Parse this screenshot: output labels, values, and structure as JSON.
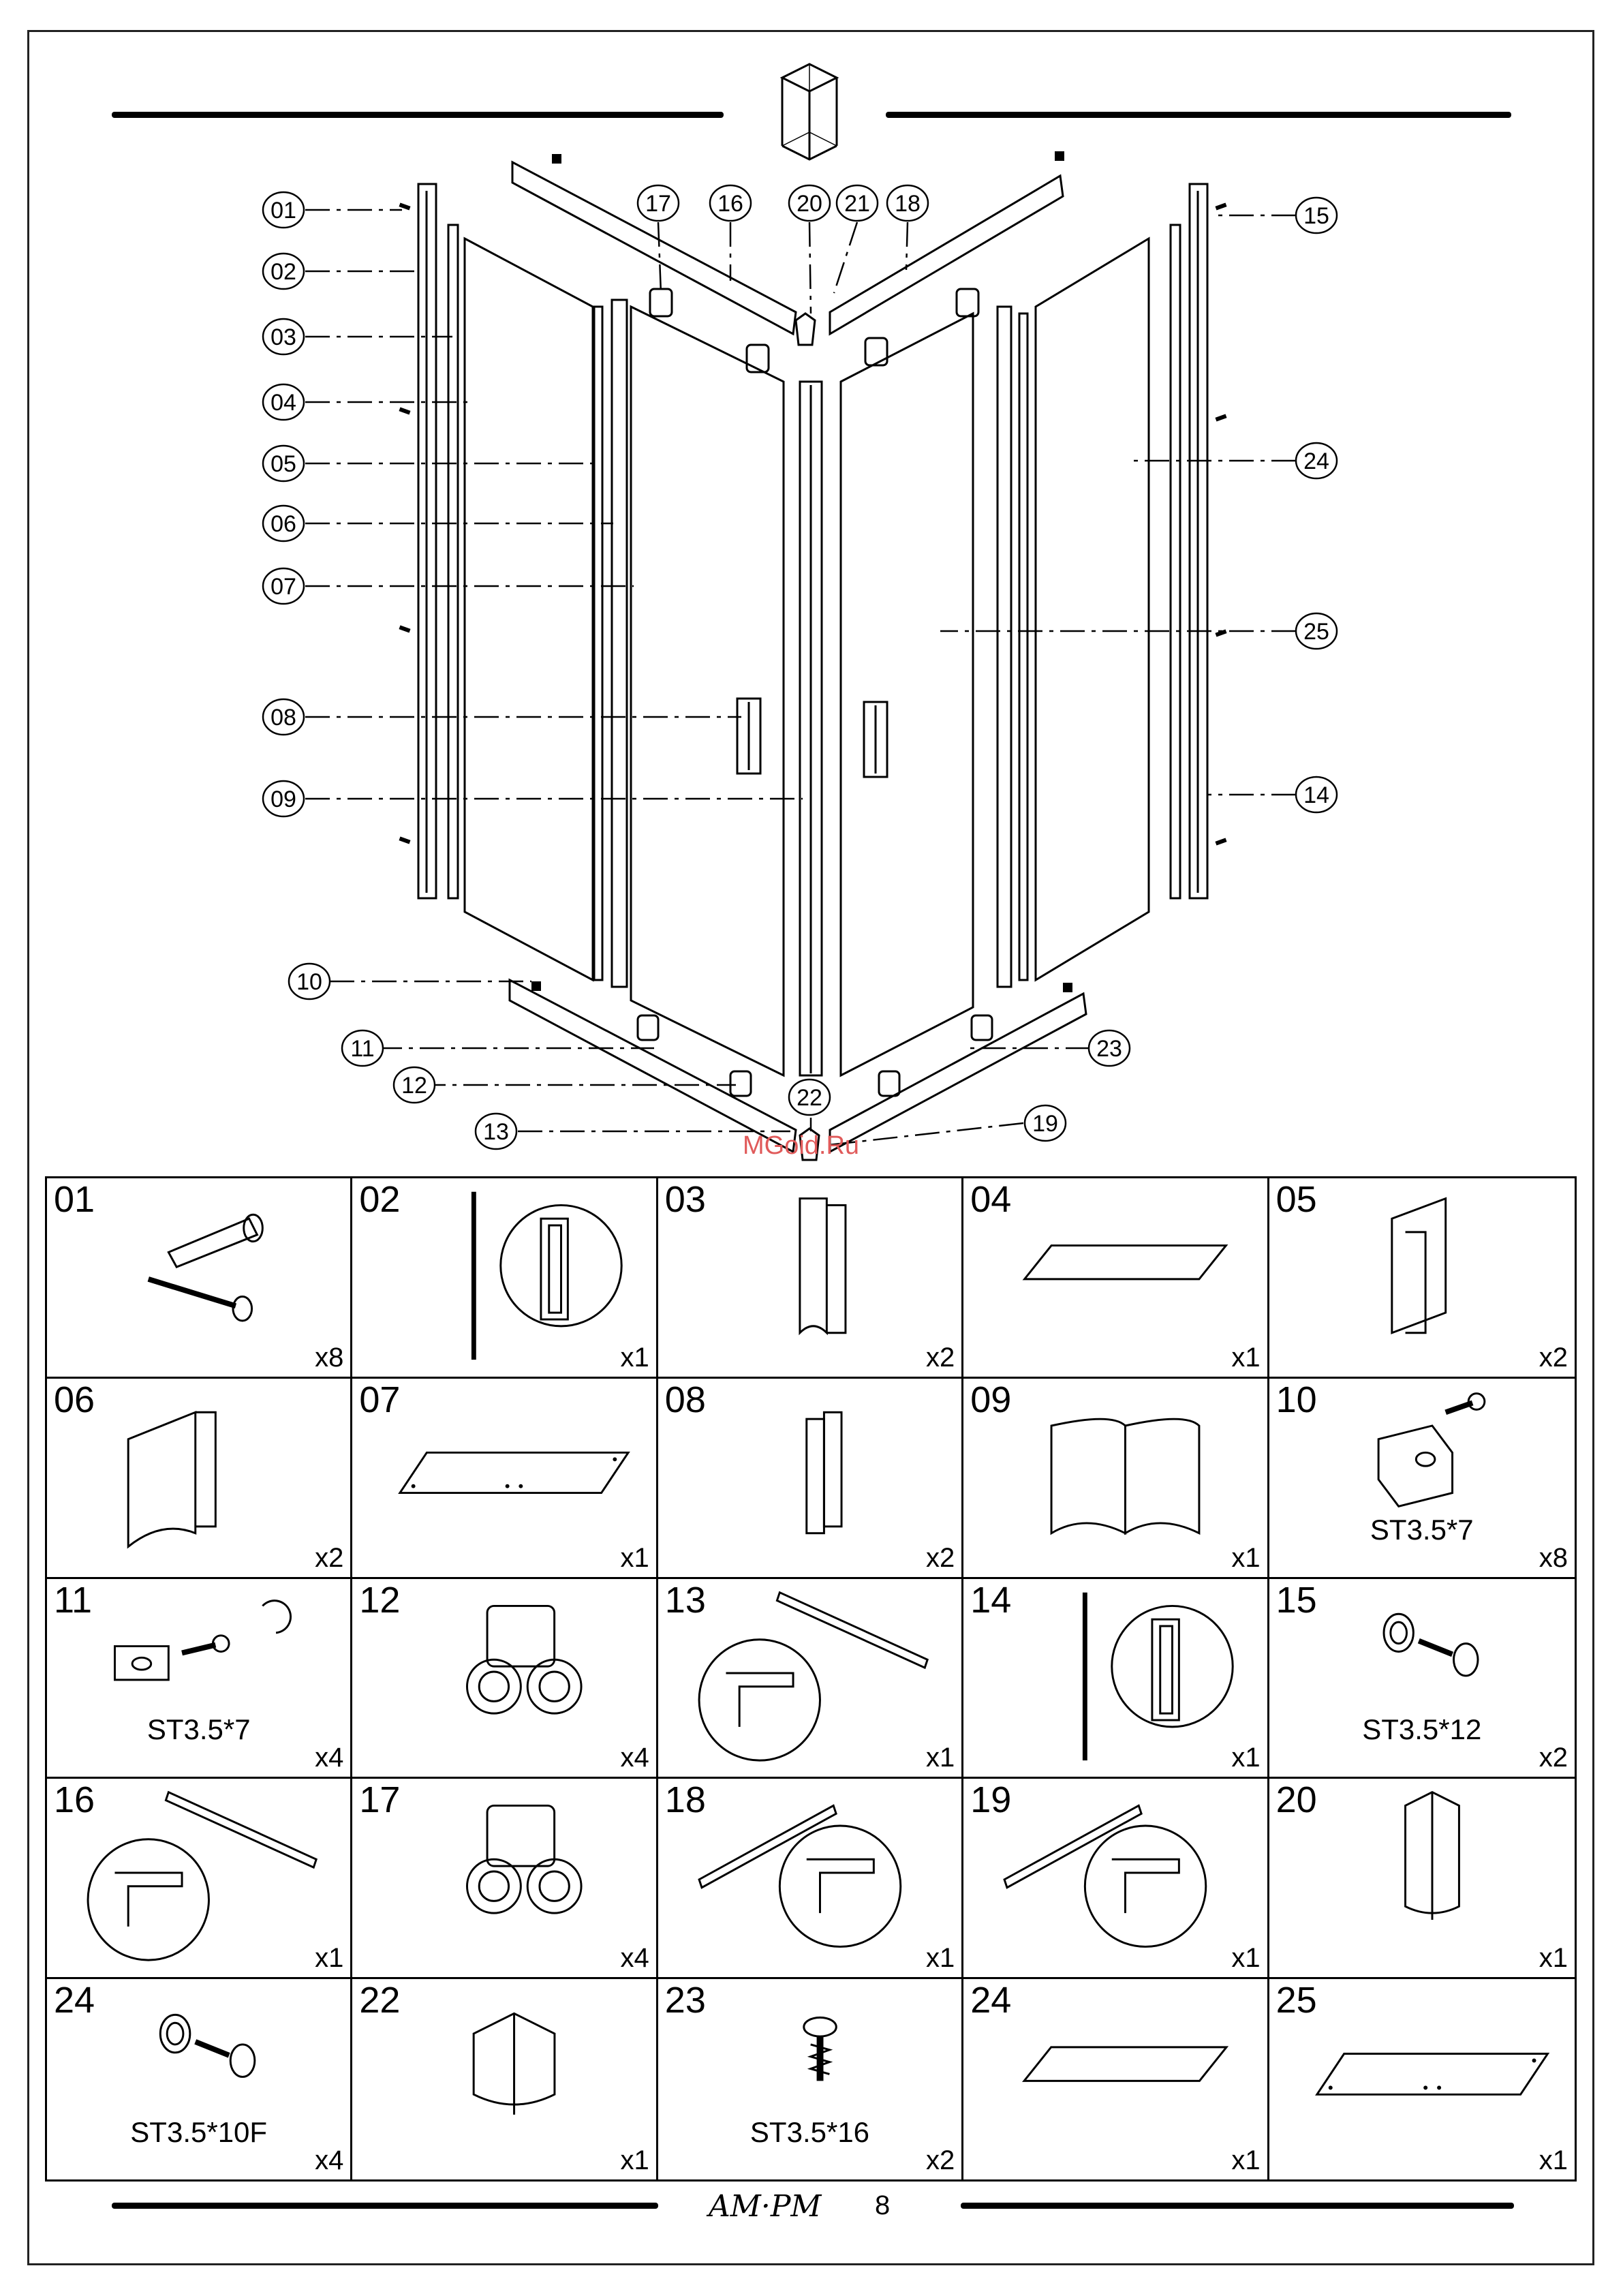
{
  "callouts_left": [
    "01",
    "02",
    "03",
    "04",
    "05",
    "06",
    "07",
    "08",
    "09",
    "10",
    "11",
    "12",
    "13"
  ],
  "callouts_top": [
    "17",
    "16",
    "20",
    "21",
    "18"
  ],
  "callouts_right": [
    "15",
    "24",
    "25",
    "14",
    "23",
    "19"
  ],
  "callout_bottom": "22",
  "watermark": "MGoid.Ru",
  "parts": [
    {
      "num": "01",
      "qty": "x8",
      "spec": "",
      "pic": "anchor-screw"
    },
    {
      "num": "02",
      "qty": "x1",
      "spec": "",
      "pic": "profile-detail"
    },
    {
      "num": "03",
      "qty": "x2",
      "spec": "",
      "pic": "profile-tall"
    },
    {
      "num": "04",
      "qty": "x1",
      "spec": "",
      "pic": "glass-panel"
    },
    {
      "num": "05",
      "qty": "x2",
      "spec": "",
      "pic": "seal-profile"
    },
    {
      "num": "06",
      "qty": "x2",
      "spec": "",
      "pic": "seal-profile-wide"
    },
    {
      "num": "07",
      "qty": "x1",
      "spec": "",
      "pic": "glass-panel-dots"
    },
    {
      "num": "08",
      "qty": "x2",
      "spec": "",
      "pic": "handle"
    },
    {
      "num": "09",
      "qty": "x1",
      "spec": "",
      "pic": "magnet-seal"
    },
    {
      "num": "10",
      "qty": "x8",
      "spec": "ST3.5*7",
      "pic": "bracket-screw"
    },
    {
      "num": "11",
      "qty": "x4",
      "spec": "ST3.5*7",
      "pic": "clip-screw"
    },
    {
      "num": "12",
      "qty": "x4",
      "spec": "",
      "pic": "roller"
    },
    {
      "num": "13",
      "qty": "x1",
      "spec": "",
      "pic": "rail-detail"
    },
    {
      "num": "14",
      "qty": "x1",
      "spec": "",
      "pic": "profile-detail"
    },
    {
      "num": "15",
      "qty": "x2",
      "spec": "ST3.5*12",
      "pic": "washer-screw"
    },
    {
      "num": "16",
      "qty": "x1",
      "spec": "",
      "pic": "rail-detail"
    },
    {
      "num": "17",
      "qty": "x4",
      "spec": "",
      "pic": "roller"
    },
    {
      "num": "18",
      "qty": "x1",
      "spec": "",
      "pic": "rail-detail-rev"
    },
    {
      "num": "19",
      "qty": "x1",
      "spec": "",
      "pic": "rail-detail-rev"
    },
    {
      "num": "20",
      "qty": "x1",
      "spec": "",
      "pic": "corner-cap"
    },
    {
      "num": "24",
      "qty": "x4",
      "spec": "ST3.5*10F",
      "pic": "washer-screw"
    },
    {
      "num": "22",
      "qty": "x1",
      "spec": "",
      "pic": "corner-cap-low"
    },
    {
      "num": "23",
      "qty": "x2",
      "spec": "ST3.5*16",
      "pic": "screw"
    },
    {
      "num": "24",
      "qty": "x1",
      "spec": "",
      "pic": "glass-panel"
    },
    {
      "num": "25",
      "qty": "x1",
      "spec": "",
      "pic": "glass-panel-dots"
    }
  ],
  "footer": {
    "logo": "AM·PM",
    "page": "8"
  }
}
